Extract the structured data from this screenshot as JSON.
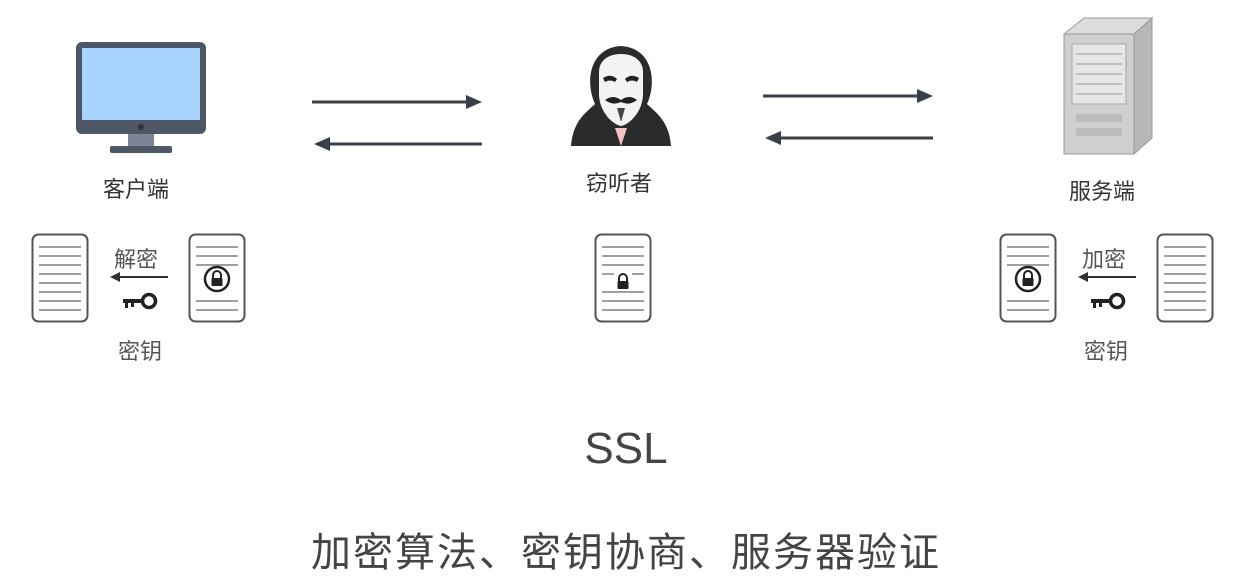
{
  "nodes": {
    "client": {
      "label": "客户端"
    },
    "eavesdropper": {
      "label": "窃听者"
    },
    "server": {
      "label": "服务端"
    }
  },
  "client_panel": {
    "action": "解密",
    "key": "密钥"
  },
  "server_panel": {
    "action": "加密",
    "key": "密钥"
  },
  "title": "SSL",
  "subtitle": "加密算法、密钥协商、服务器验证"
}
